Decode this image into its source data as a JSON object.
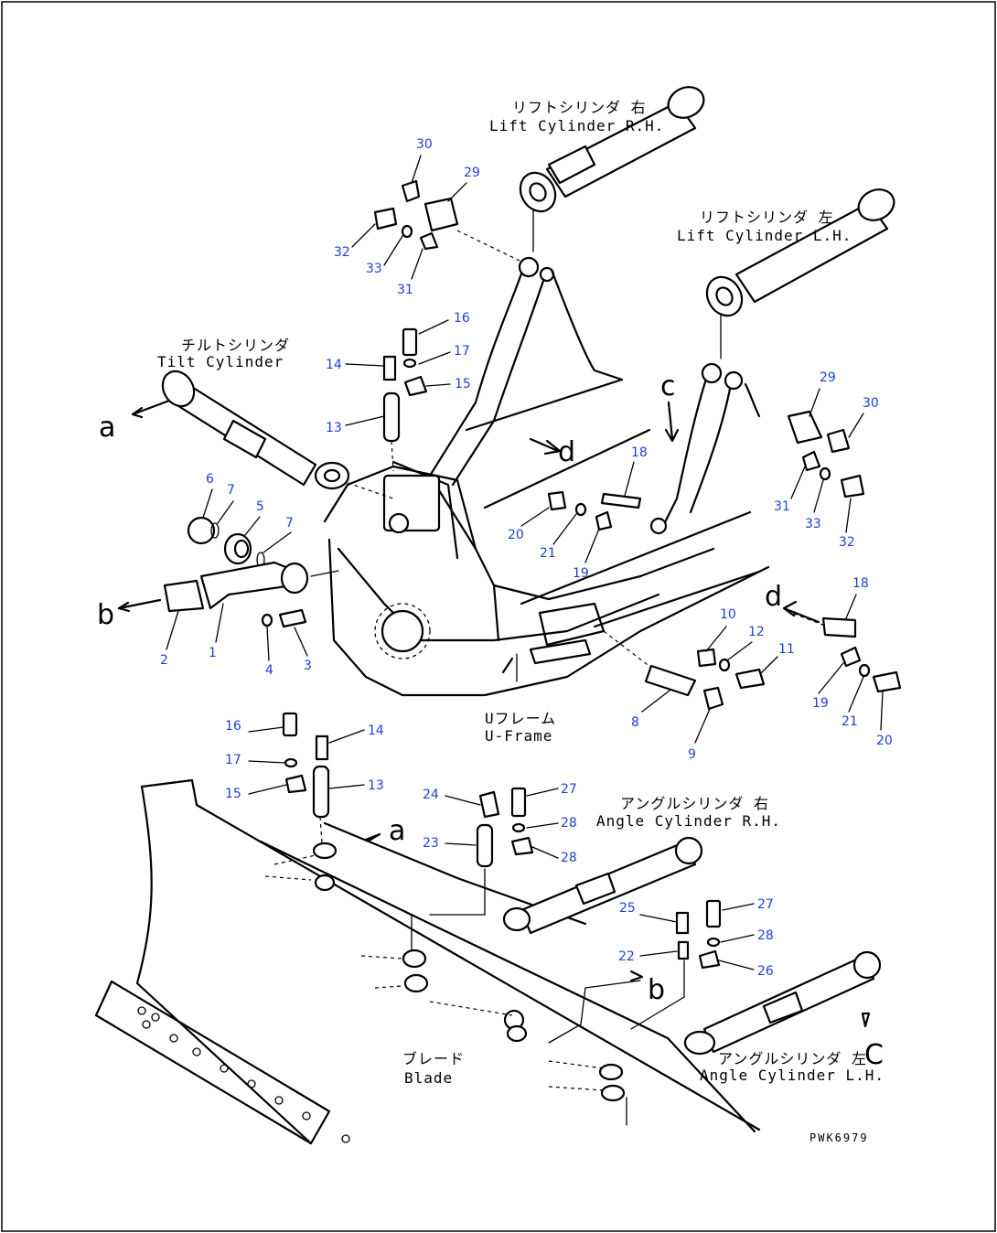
{
  "drawing_id": "PWK6979",
  "labels": {
    "lift_cyl_rh_jp": "リフトシリンダ 右",
    "lift_cyl_rh_en": "Lift Cylinder R.H.",
    "lift_cyl_lh_jp": "リフトシリンダ 左",
    "lift_cyl_lh_en": "Lift Cylinder L.H.",
    "tilt_cyl_jp": "チルトシリンダ",
    "tilt_cyl_en": "Tilt Cylinder",
    "uframe_jp": "Uフレーム",
    "uframe_en": "U-Frame",
    "angle_cyl_rh_jp": "アングルシリンダ 右",
    "angle_cyl_rh_en": "Angle Cylinder R.H.",
    "angle_cyl_lh_jp": "アングルシリンダ 左",
    "angle_cyl_lh_en": "Angle Cylinder L.H.",
    "blade_jp": "ブレード",
    "blade_en": "Blade"
  },
  "refs": {
    "a": "a",
    "a2": "a",
    "b": "b",
    "b2": "b",
    "c": "c",
    "c2": "C",
    "d": "d",
    "d2": "d"
  },
  "callouts": [
    "30",
    "29",
    "32",
    "33",
    "31",
    "16",
    "17",
    "14",
    "15",
    "13",
    "29",
    "30",
    "31",
    "33",
    "32",
    "18",
    "20",
    "21",
    "19",
    "6",
    "7",
    "5",
    "7",
    "2",
    "1",
    "4",
    "3",
    "18",
    "10",
    "12",
    "11",
    "19",
    "21",
    "20",
    "8",
    "9",
    "16",
    "14",
    "17",
    "15",
    "13",
    "24",
    "27",
    "28",
    "23",
    "28",
    "27",
    "25",
    "28",
    "22",
    "26"
  ]
}
